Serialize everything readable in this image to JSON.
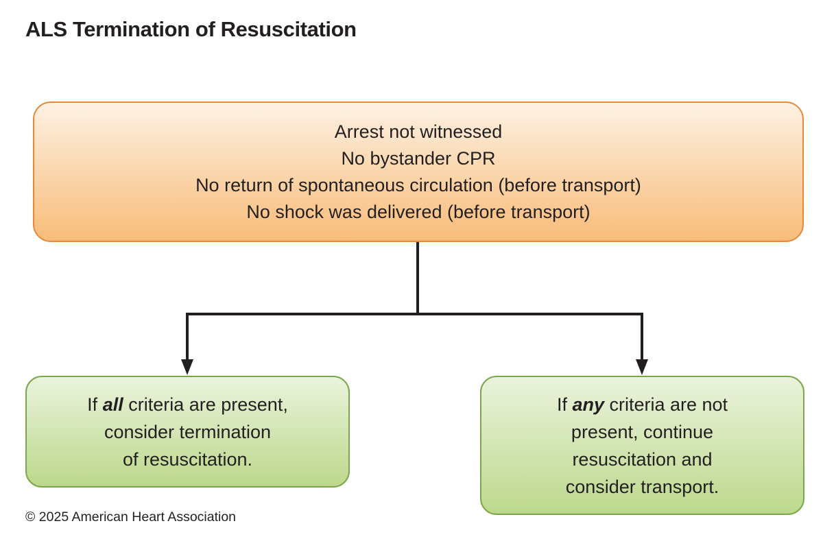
{
  "title": "ALS Termination of Resuscitation",
  "colors": {
    "ink": "#231f20",
    "line": "#231f20",
    "orange_border": "#e5893b",
    "orange_top": "#fdf1e3",
    "orange_bottom": "#f8bc79",
    "green_border": "#7aa74b",
    "green_top": "#eaf3dc",
    "green_bottom": "#bdd88c"
  },
  "criteria_box": {
    "lines": [
      "Arrest not witnessed",
      "No bystander CPR",
      "No return of spontaneous circulation (before transport)",
      "No shock was delivered (before transport)"
    ]
  },
  "left_outcome_box": {
    "line1_prefix": "If ",
    "line1_emphasis": "all",
    "line1_rest": " criteria are present,",
    "line2": "consider termination",
    "line3": "of resuscitation."
  },
  "right_outcome_box": {
    "line1_prefix": "If ",
    "line1_emphasis": "any",
    "line1_rest": " criteria are not",
    "line2": "present, continue",
    "line3": "resuscitation and",
    "line4": "consider transport."
  },
  "footer": {
    "copyright": "© 2025 American Heart Association"
  }
}
